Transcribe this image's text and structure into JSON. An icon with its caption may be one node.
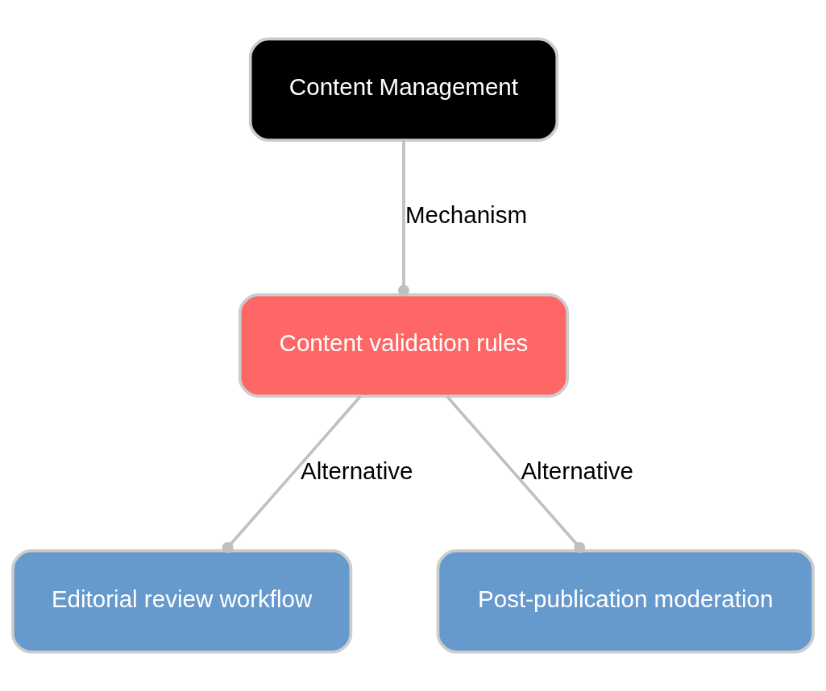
{
  "diagram": {
    "nodes": [
      {
        "text": [
          "Content Management"
        ]
      },
      {
        "text": [
          "Content validation rules"
        ]
      },
      {
        "text": [
          "Editorial review workflow"
        ]
      },
      {
        "text": [
          "Post-publication moderation"
        ]
      }
    ],
    "edges": [
      {
        "from": 0,
        "to": 1,
        "arrow": "other",
        "label": "Mechanism"
      },
      {
        "from": 1,
        "to": 2,
        "arrow": "other",
        "label": "Alternative"
      },
      {
        "from": 1,
        "to": 3,
        "arrow": "other",
        "label": "Alternative"
      }
    ]
  }
}
